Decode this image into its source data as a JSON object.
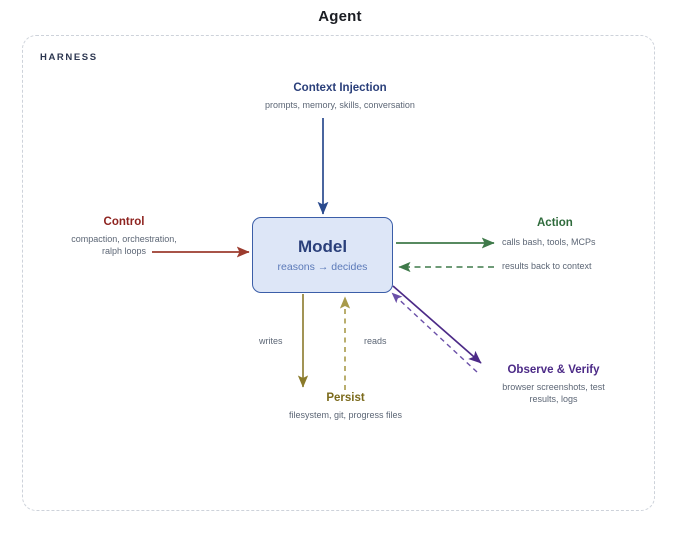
{
  "diagram": {
    "title": "Agent",
    "container_label": "HARNESS",
    "background": "#ffffff",
    "border_color": "#cdd2da"
  },
  "model": {
    "title": "Model",
    "subtitle": "reasons → decides",
    "fill": "#dde6f7",
    "stroke": "#3b5ea8"
  },
  "nodes": {
    "context_injection": {
      "title": "Context Injection",
      "subtitle": "prompts, memory, skills, conversation",
      "color": "#2a3f7a"
    },
    "control": {
      "title": "Control",
      "subtitle_line1": "compaction, orchestration,",
      "subtitle_line2": "ralph loops",
      "color": "#8e2420"
    },
    "action": {
      "title": "Action",
      "edge_out": "calls bash, tools, MCPs",
      "edge_in": "results back to context",
      "color": "#2f6b3c"
    },
    "persist": {
      "title": "Persist",
      "subtitle": "filesystem, git, progress files",
      "edge_out": "writes",
      "edge_in": "reads",
      "color": "#7b6a1b"
    },
    "observe_verify": {
      "title": "Observe & Verify",
      "subtitle_line1": "browser screenshots, test",
      "subtitle_line2": "results, logs",
      "color": "#4c2a87"
    }
  },
  "chart_data": {
    "type": "diagram",
    "title": "Agent",
    "nodes": [
      {
        "id": "harness",
        "label": "HARNESS",
        "shape": "dashed-rounded-rect"
      },
      {
        "id": "model",
        "label": "Model",
        "sublabel": "reasons → decides",
        "shape": "rounded-rect"
      },
      {
        "id": "context_injection",
        "label": "Context Injection",
        "sublabel": "prompts, memory, skills, conversation"
      },
      {
        "id": "control",
        "label": "Control",
        "sublabel": "compaction, orchestration, ralph loops"
      },
      {
        "id": "action",
        "label": "Action",
        "sublabel": "calls bash, tools, MCPs / results back to context"
      },
      {
        "id": "persist",
        "label": "Persist",
        "sublabel": "filesystem, git, progress files"
      },
      {
        "id": "observe_verify",
        "label": "Observe & Verify",
        "sublabel": "browser screenshots, test results, logs"
      }
    ],
    "edges": [
      {
        "from": "context_injection",
        "to": "model",
        "style": "solid",
        "color": "#2a4a8e",
        "label": ""
      },
      {
        "from": "control",
        "to": "model",
        "style": "solid",
        "color": "#9c3b2e",
        "label": ""
      },
      {
        "from": "model",
        "to": "action",
        "style": "solid",
        "color": "#3f7a4a",
        "label": "calls bash, tools, MCPs"
      },
      {
        "from": "action",
        "to": "model",
        "style": "dashed",
        "color": "#3f7a4a",
        "label": "results back to context"
      },
      {
        "from": "model",
        "to": "persist",
        "style": "solid",
        "color": "#8a7a2a",
        "label": "writes"
      },
      {
        "from": "persist",
        "to": "model",
        "style": "dashed",
        "color": "#a89a4a",
        "label": "reads"
      },
      {
        "from": "model",
        "to": "observe_verify",
        "style": "solid",
        "color": "#4c2a87",
        "label": ""
      },
      {
        "from": "observe_verify",
        "to": "model",
        "style": "dashed",
        "color": "#6a4fa8",
        "label": ""
      }
    ]
  }
}
